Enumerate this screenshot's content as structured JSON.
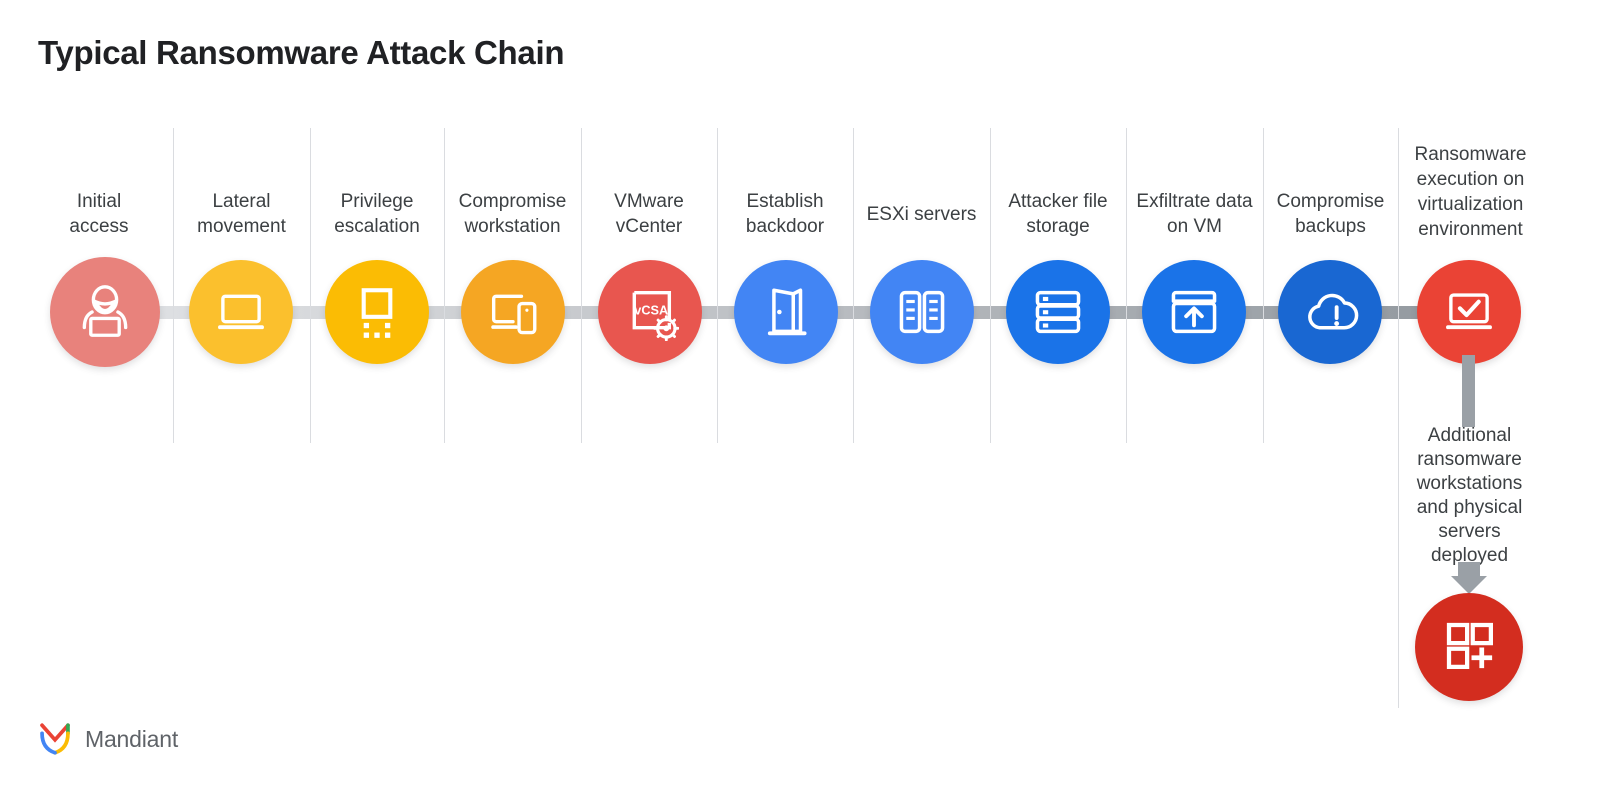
{
  "title": "Typical Ransomware Attack Chain",
  "colors": {
    "salmon": "#E8827C",
    "yellow": "#FBC02D",
    "yellow_alt": "#FBBC04",
    "orange": "#F5A623",
    "red": "#E8564F",
    "blue_light": "#4285F4",
    "blue": "#1A73E8",
    "blue_dark": "#1967D2",
    "red_bright": "#EA4335",
    "red_dark": "#D32D1F",
    "divider": "#dadce0",
    "connector_start": "#e2e4e7",
    "connector_end": "#9aa0a6",
    "text": "#3c4043",
    "title_text": "#202124"
  },
  "stages": [
    {
      "label": "Initial\naccess",
      "icon": "hacker-icon",
      "color": "#E8827C",
      "size": 110
    },
    {
      "label": "Lateral\nmovement",
      "icon": "laptop-icon",
      "color": "#FBC02D",
      "size": 104
    },
    {
      "label": "Privilege\nescalation",
      "icon": "device-dots-icon",
      "color": "#FBBC04",
      "size": 104
    },
    {
      "label": "Compromise\nworkstation",
      "icon": "desktop-mobile-icon",
      "color": "#F5A623",
      "size": 104
    },
    {
      "label": "VMware\nvCenter",
      "icon": "vcsa-gear-icon",
      "color": "#E8564F",
      "size": 104
    },
    {
      "label": "Establish\nbackdoor",
      "icon": "door-icon",
      "color": "#4285F4",
      "size": 104
    },
    {
      "label": "ESXi servers",
      "icon": "server-racks-icon",
      "color": "#4285F4",
      "size": 104
    },
    {
      "label": "Attacker file\nstorage",
      "icon": "file-storage-icon",
      "color": "#1A73E8",
      "size": 104
    },
    {
      "label": "Exfiltrate data\non VM",
      "icon": "upload-box-icon",
      "color": "#1A73E8",
      "size": 104
    },
    {
      "label": "Compromise\nbackups",
      "icon": "cloud-alert-icon",
      "color": "#1967D2",
      "size": 104
    },
    {
      "label": "Ransomware\nexecution on\nvirtualization\nenvironment",
      "icon": "laptop-check-icon",
      "color": "#EA4335",
      "size": 104
    }
  ],
  "branch": {
    "label": "Additional\nransomware\nworkstations\nand physical\nservers\ndeployed",
    "icon": "add-apps-icon",
    "color": "#D32D1F",
    "arrow_icon": "down-arrow-icon"
  },
  "footer": {
    "logo_icon": "mandiant-shield-icon",
    "brand": "Mandiant"
  }
}
